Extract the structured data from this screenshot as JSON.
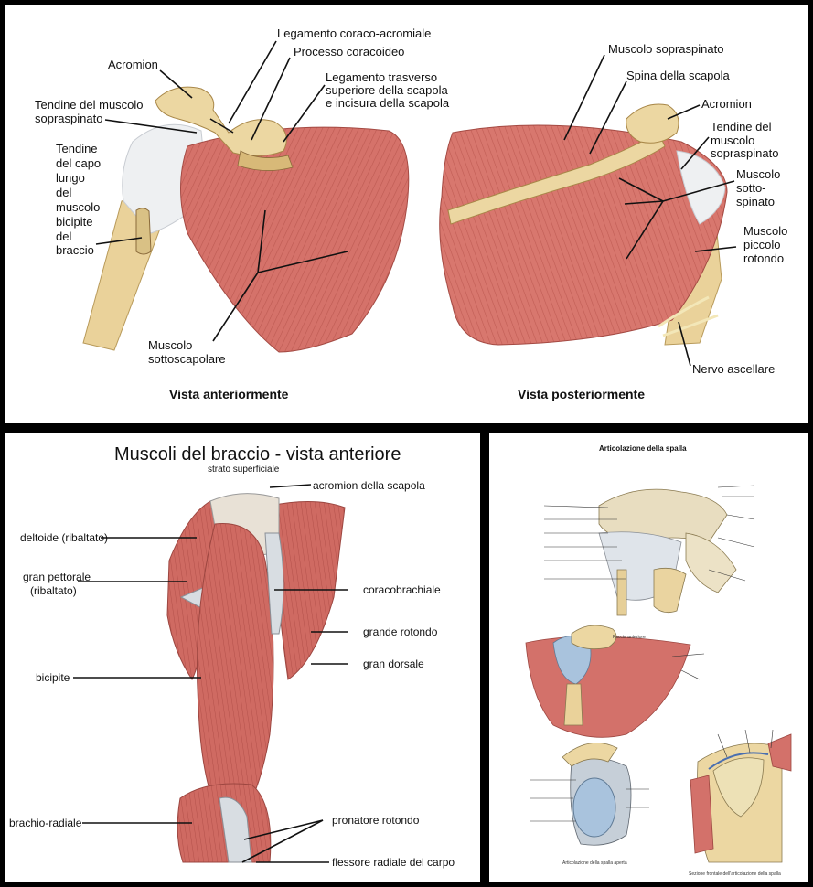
{
  "top_panel": {
    "anterior": {
      "caption": "Vista anteriormente",
      "labels": {
        "acromion": "Acromion",
        "lig_coraco_acromiale": "Legamento coraco-acromiale",
        "processo_coracoideo": "Processo coracoideo",
        "lig_trasverso_1": "Legamento trasverso",
        "lig_trasverso_2": "superiore della scapola",
        "lig_trasverso_3": "e incisura della scapola",
        "tendine_sopraspinato_1": "Tendine del muscolo",
        "tendine_sopraspinato_2": "sopraspinato",
        "bicipite_1": "Tendine",
        "bicipite_2": "del capo",
        "bicipite_3": "lungo",
        "bicipite_4": "del",
        "bicipite_5": "muscolo",
        "bicipite_6": "bicipite",
        "bicipite_7": "del",
        "bicipite_8": "braccio",
        "sottoscapolare_1": "Muscolo",
        "sottoscapolare_2": "sottoscapolare"
      }
    },
    "posterior": {
      "caption": "Vista posteriormente",
      "labels": {
        "sopraspinato": "Muscolo sopraspinato",
        "spina": "Spina della scapola",
        "acromion": "Acromion",
        "tendine_1": "Tendine del",
        "tendine_2": "muscolo",
        "tendine_3": "sopraspinato",
        "sottospinato_1": "Muscolo",
        "sottospinato_2": "sotto-",
        "sottospinato_3": "spinato",
        "piccolo_1": "Muscolo",
        "piccolo_2": "piccolo",
        "piccolo_3": "rotondo",
        "nervo": "Nervo ascellare"
      }
    }
  },
  "bottom_left_panel": {
    "title": "Muscoli del braccio - vista anteriore",
    "subtitle": "strato superficiale",
    "labels": {
      "acromion": "acromion della scapola",
      "deltoide": "deltoide (ribaltato)",
      "gran_pettorale_1": "gran pettorale",
      "gran_pettorale_2": "(ribaltato)",
      "coracobrachiale": "coracobrachiale",
      "grande_rotondo": "grande rotondo",
      "gran_dorsale": "gran dorsale",
      "bicipite": "bicipite",
      "brachio_radiale": "brachio-radiale",
      "pronatore": "pronatore rotondo",
      "flessore": "flessore radiale del carpo"
    }
  },
  "bottom_right_panel": {
    "title": "Articolazione della spalla",
    "section_labels": {
      "fascia_anteriore": "Faccia anteriore",
      "articolazione_aperta": "Articolazione della spalla aperta",
      "sezione_frontale": "Sezione frontale dell'articolazione della spalla"
    }
  },
  "colors": {
    "muscle": "#d5726a",
    "muscle_dark": "#b9544c",
    "bone": "#ecd7a2",
    "tendon": "#eef0f2",
    "frame": "#000000"
  }
}
